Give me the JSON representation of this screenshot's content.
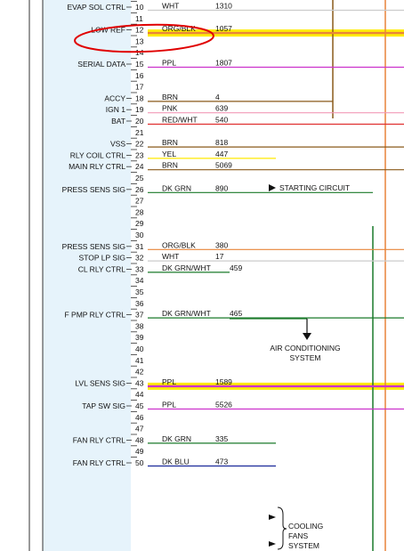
{
  "pins": [
    {
      "pin": "10",
      "signal": "EVAP SOL CTRL",
      "color": "WHT",
      "circuit": "1310",
      "hex": "#cccccc"
    },
    {
      "pin": "11",
      "signal": "",
      "color": "",
      "circuit": ""
    },
    {
      "pin": "12",
      "signal": "LOW REF",
      "color": "ORG/BLK",
      "circuit": "1057",
      "hex": "#e8843a",
      "highlight": true
    },
    {
      "pin": "13",
      "signal": "",
      "color": "",
      "circuit": ""
    },
    {
      "pin": "14",
      "signal": "",
      "color": "",
      "circuit": ""
    },
    {
      "pin": "15",
      "signal": "SERIAL DATA",
      "color": "PPL",
      "circuit": "1807",
      "hex": "#cc33cc"
    },
    {
      "pin": "16",
      "signal": "",
      "color": "",
      "circuit": ""
    },
    {
      "pin": "17",
      "signal": "",
      "color": "",
      "circuit": ""
    },
    {
      "pin": "18",
      "signal": "ACCY",
      "color": "BRN",
      "circuit": "4",
      "hex": "#8a5a1a"
    },
    {
      "pin": "19",
      "signal": "IGN 1",
      "color": "PNK",
      "circuit": "639",
      "hex": "#f29ab8"
    },
    {
      "pin": "20",
      "signal": "BAT",
      "color": "RED/WHT",
      "circuit": "540",
      "hex": "#e03030"
    },
    {
      "pin": "21",
      "signal": "",
      "color": "",
      "circuit": ""
    },
    {
      "pin": "22",
      "signal": "VSS",
      "color": "BRN",
      "circuit": "818",
      "hex": "#8a5a1a"
    },
    {
      "pin": "23",
      "signal": "RLY COIL CTRL",
      "color": "YEL",
      "circuit": "447",
      "hex": "#ffe800"
    },
    {
      "pin": "24",
      "signal": "MAIN RLY CTRL",
      "color": "BRN",
      "circuit": "5069",
      "hex": "#8a5a1a"
    },
    {
      "pin": "25",
      "signal": "",
      "color": "",
      "circuit": ""
    },
    {
      "pin": "26",
      "signal": "PRESS SENS SIG",
      "color": "DK GRN",
      "circuit": "890",
      "hex": "#1a7a2a"
    },
    {
      "pin": "27",
      "signal": "",
      "color": "",
      "circuit": ""
    },
    {
      "pin": "28",
      "signal": "",
      "color": "",
      "circuit": ""
    },
    {
      "pin": "29",
      "signal": "",
      "color": "",
      "circuit": ""
    },
    {
      "pin": "30",
      "signal": "",
      "color": "",
      "circuit": ""
    },
    {
      "pin": "31",
      "signal": "PRESS SENS SIG",
      "color": "ORG/BLK",
      "circuit": "380",
      "hex": "#e8843a"
    },
    {
      "pin": "32",
      "signal": "STOP LP SIG",
      "color": "WHT",
      "circuit": "17",
      "hex": "#cccccc"
    },
    {
      "pin": "33",
      "signal": "CL RLY CTRL",
      "color": "DK GRN/WHT",
      "circuit": "459",
      "hex": "#1a7a2a"
    },
    {
      "pin": "34",
      "signal": "",
      "color": "",
      "circuit": ""
    },
    {
      "pin": "35",
      "signal": "",
      "color": "",
      "circuit": ""
    },
    {
      "pin": "36",
      "signal": "",
      "color": "",
      "circuit": ""
    },
    {
      "pin": "37",
      "signal": "F PMP RLY CTRL",
      "color": "DK GRN/WHT",
      "circuit": "465",
      "hex": "#1a7a2a"
    },
    {
      "pin": "38",
      "signal": "",
      "color": "",
      "circuit": ""
    },
    {
      "pin": "39",
      "signal": "",
      "color": "",
      "circuit": ""
    },
    {
      "pin": "40",
      "signal": "",
      "color": "",
      "circuit": ""
    },
    {
      "pin": "41",
      "signal": "",
      "color": "",
      "circuit": ""
    },
    {
      "pin": "42",
      "signal": "",
      "color": "",
      "circuit": ""
    },
    {
      "pin": "43",
      "signal": "LVL SENS SIG",
      "color": "PPL",
      "circuit": "1589",
      "hex": "#cc33cc",
      "highlight": true
    },
    {
      "pin": "44",
      "signal": "",
      "color": "",
      "circuit": ""
    },
    {
      "pin": "45",
      "signal": "TAP SW SIG",
      "color": "PPL",
      "circuit": "5526",
      "hex": "#cc33cc"
    },
    {
      "pin": "46",
      "signal": "",
      "color": "",
      "circuit": ""
    },
    {
      "pin": "47",
      "signal": "",
      "color": "",
      "circuit": ""
    },
    {
      "pin": "48",
      "signal": "FAN RLY CTRL",
      "color": "DK GRN",
      "circuit": "335",
      "hex": "#1a7a2a"
    },
    {
      "pin": "49",
      "signal": "",
      "color": "",
      "circuit": ""
    },
    {
      "pin": "50",
      "signal": "FAN RLY CTRL",
      "color": "DK BLU",
      "circuit": "473",
      "hex": "#1a2a9a"
    }
  ],
  "annotations": {
    "starting": "STARTING CIRCUIT",
    "ac_line1": "AIR CONDITIONING",
    "ac_line2": "SYSTEM",
    "fans_line1": "COOLING",
    "fans_line2": "FANS",
    "fans_line3": "SYSTEM"
  },
  "colors": {
    "connector_fill": "#e6f3fb",
    "highlight": "#ffec00",
    "circle": "#e00000",
    "brown_bus": "#8a5a1a",
    "green_bus": "#1a7a2a",
    "orange_bus": "#e8843a",
    "arrow": "#111111"
  }
}
